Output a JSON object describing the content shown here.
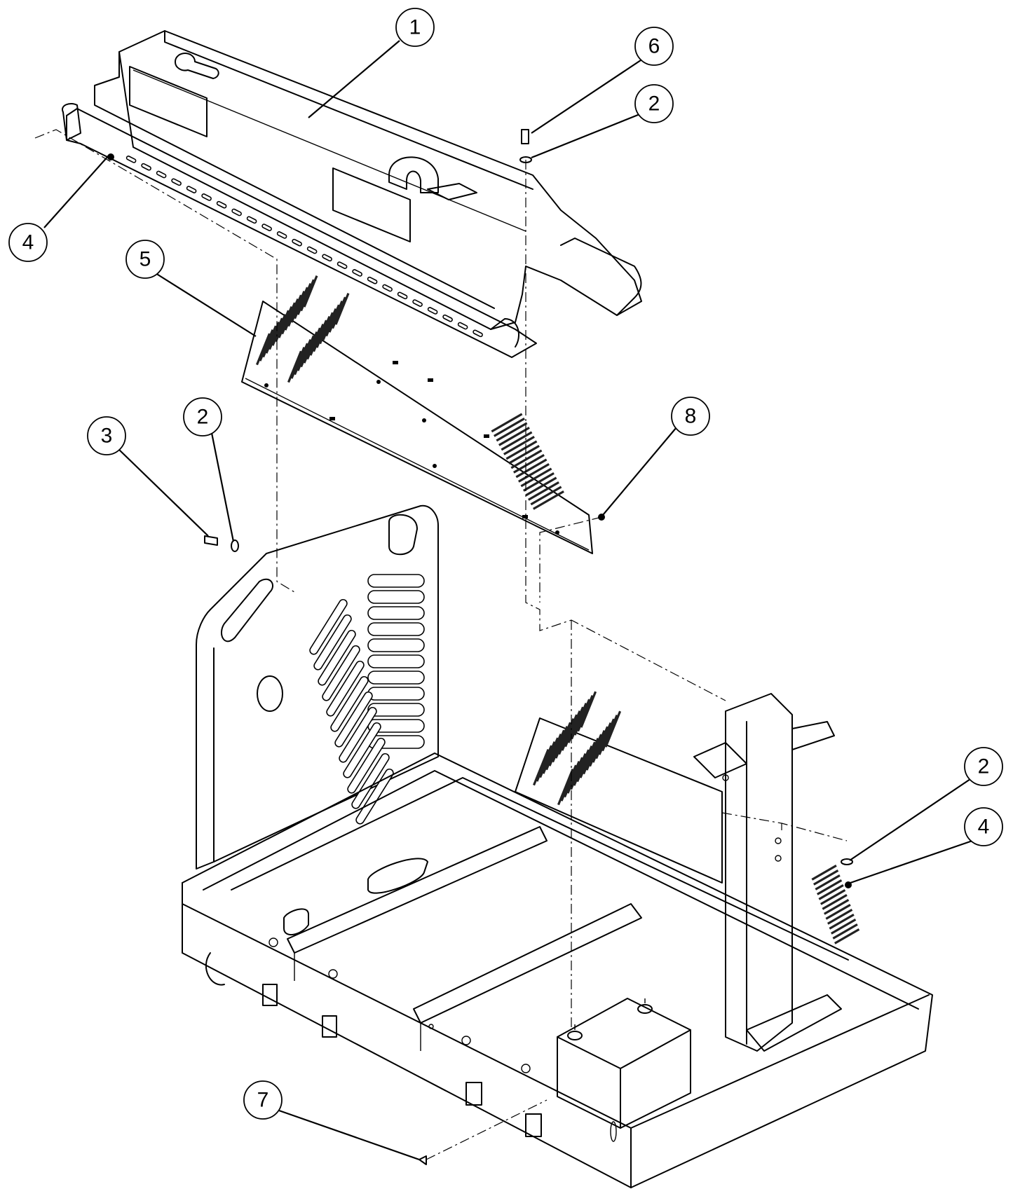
{
  "callouts": [
    {
      "id": "callout-1",
      "label": "1"
    },
    {
      "id": "callout-6",
      "label": "6"
    },
    {
      "id": "callout-2-top",
      "label": "2"
    },
    {
      "id": "callout-4-left",
      "label": "4"
    },
    {
      "id": "callout-5",
      "label": "5"
    },
    {
      "id": "callout-2-mid",
      "label": "2"
    },
    {
      "id": "callout-3",
      "label": "3"
    },
    {
      "id": "callout-8",
      "label": "8"
    },
    {
      "id": "callout-2-right",
      "label": "2"
    },
    {
      "id": "callout-4-right",
      "label": "4"
    },
    {
      "id": "callout-7",
      "label": "7"
    }
  ]
}
